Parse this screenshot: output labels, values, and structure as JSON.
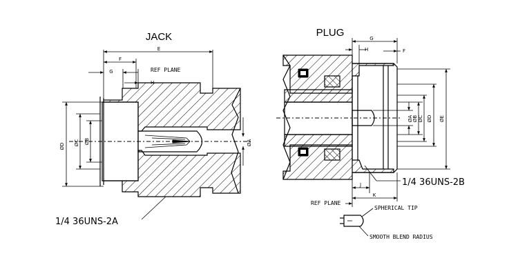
{
  "jack": {
    "title": "JACK",
    "dim_E": "E",
    "dim_F": "F",
    "dim_G": "G",
    "dim_H": "H",
    "ref_plane": "REF PLANE",
    "dim_D": "ØD",
    "dim_C": "ØC",
    "dim_B": "ØB",
    "dim_A": "ØA",
    "thread": "1/4  36UNS-2A"
  },
  "plug": {
    "title": "PLUG",
    "dim_G": "G",
    "dim_H": "H",
    "dim_F": "F",
    "dim_A": "ØA",
    "dim_B": "ØB",
    "dim_C": "ØC",
    "dim_D": "ØD",
    "dim_E": "ØE",
    "dim_J": "J",
    "dim_K": "K",
    "thread": "1/4  36UNS-2B",
    "ref_plane": "REF PLANE",
    "spherical_tip": "SPHERICAL TIP",
    "smooth_blend": "SMOOTH BLEND RADIUS"
  }
}
